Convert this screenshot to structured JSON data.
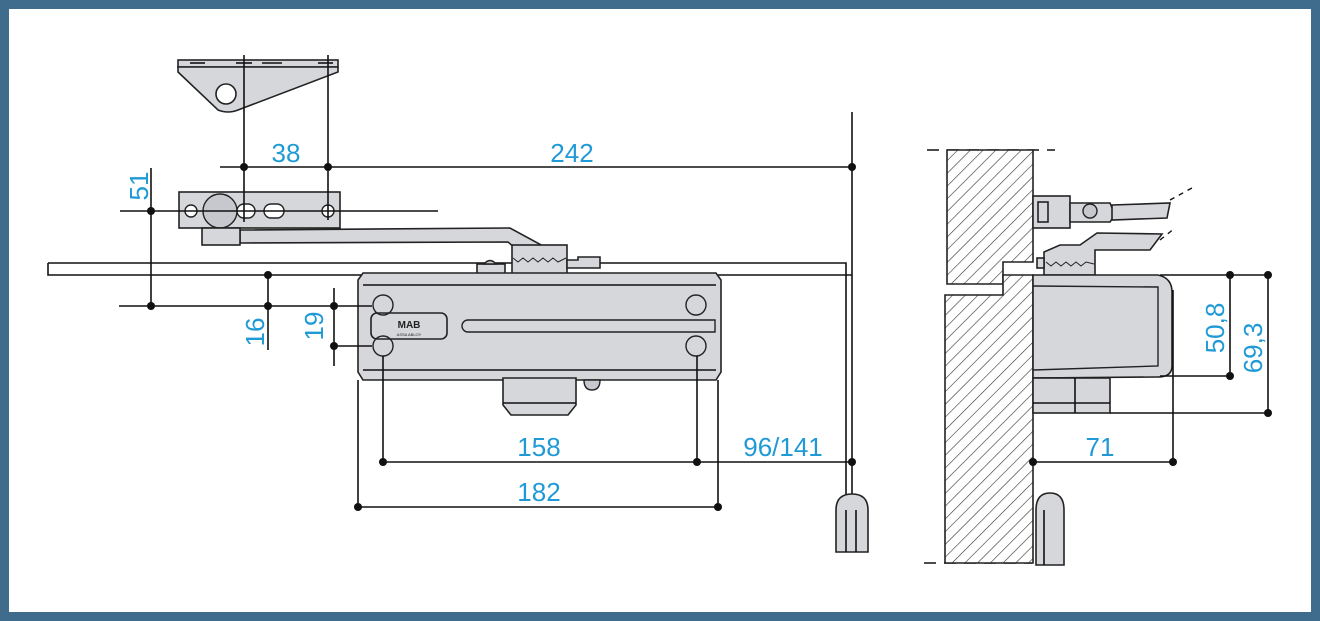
{
  "logo": {
    "brand": "MAB",
    "sub": "ASSA ABLOY"
  },
  "dimensions": {
    "d38": "38",
    "d242": "242",
    "d51": "51",
    "d16": "16",
    "d19": "19",
    "d158": "158",
    "d96_141": "96/141",
    "d182": "182",
    "d50_8": "50,8",
    "d69_3": "69,3",
    "d71": "71"
  },
  "colors": {
    "frame": "#3f6b8c",
    "dimension_text": "#1f9ad6",
    "part_fill": "#d5d7db"
  }
}
